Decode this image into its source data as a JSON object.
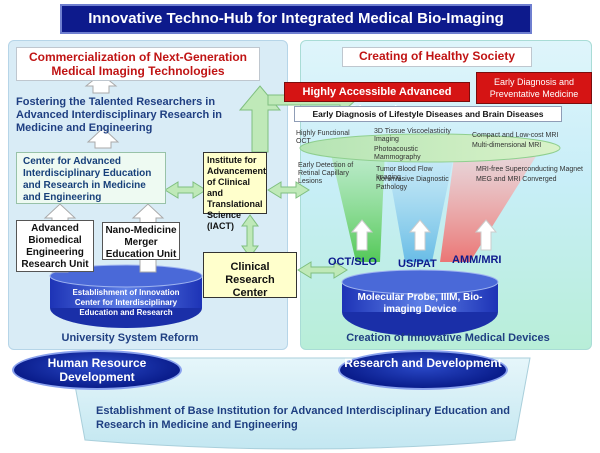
{
  "title": "Innovative Techno-Hub for Integrated Medical Bio-Imaging",
  "left": {
    "commercialization": "Commercialization  of Next-Generation Medical  Imaging Technologies",
    "fostering": "Fostering the Talented Researchers in Advanced Interdisciplinary Research in Medicine and Engineering",
    "center": "Center for Advanced Interdisciplinary Education and Research in Medicine and Engineering",
    "unit1": "Advanced Biomedical Engineering Research Unit",
    "unit2": "Nano-Medicine Merger Education Unit",
    "cylinder_label": "Establishment of Innovation Center for Interdisciplinary Education and Research",
    "footer": "University System Reform",
    "oval": "Human Resource Development"
  },
  "middle": {
    "iact": "Institute for Advancement of Clinical and Translational Science (IACT)",
    "clinical": "Clinical Research Center"
  },
  "right": {
    "society": "Creating of Healthy Society",
    "highly": "Highly Accessible Advanced Diagnosis",
    "early_prev": "Early Diagnosis and Preventative Medicine",
    "lifestyle": "Early Diagnosis of Lifestyle Diseases and Brain Diseases",
    "oct_hf": "Highly Functional OCT",
    "oct_early": "Early Detection of Retinal Capillary Lesions",
    "usp1": "3D Tissue Viscoelasticity Imaging",
    "usp2": "Photoacoustic Mammography",
    "usp3": "Tumor Blood Flow Imaging",
    "usp4": "Noninvasive Diagnostic Pathology",
    "mri1": "Compact and Low-cost MRI",
    "mri2": "Multi-dimensional MRI",
    "mri3": "MRI-free Superconducting Magnet",
    "mri4": "MEG and MRI Converged",
    "lbl_oct": "OCT/SLO",
    "lbl_us": "US/PAT",
    "lbl_amm": "AMM/MRI",
    "cylinder_label": "Molecular Probe, IIIM, Bio-imaging Device",
    "footer": "Creation of Innovative Medical Devices",
    "oval": "Research and Development"
  },
  "bottom": "Establishment  of Base Institution for Advanced Interdisciplinary Education and Research in Medicine and Engineering",
  "colors": {
    "title_bg": "#0d1a8c",
    "red_box": "#d51414",
    "oval_blue": "#0a1d8c",
    "beam_green": "#7ed17e",
    "beam_blue": "#9fd6ee",
    "beam_pink": "#f59a9a",
    "arrow_fill": "#bfe9b8"
  }
}
